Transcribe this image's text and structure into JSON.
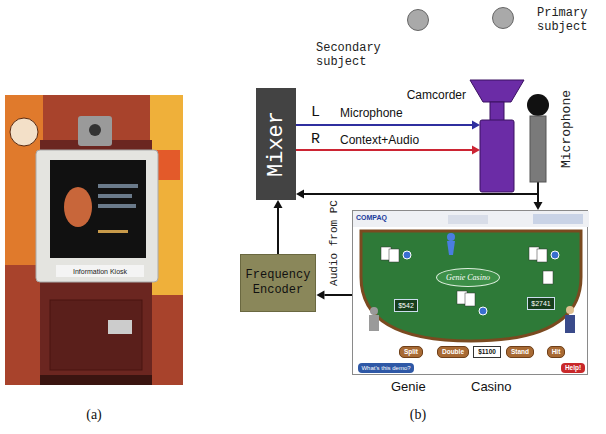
{
  "diagram": {
    "nodes": [
      {
        "text": [
          "Secondary subject"
        ]
      },
      {
        "text": [
          "Primary subject"
        ]
      },
      {
        "text": [
          "Mixer"
        ]
      },
      {
        "text": [
          "Camcorder"
        ]
      },
      {
        "text": [
          "Microphone"
        ]
      },
      {
        "text": [
          "Frequency Encoder"
        ]
      },
      {
        "text": [
          "Genie",
          "Casino"
        ]
      },
      {
        "text": [
          "Genie Casino"
        ],
        "in": 6
      },
      {
        "text": [
          "$542"
        ],
        "in": 6
      },
      {
        "text": [
          "$2741"
        ],
        "in": 6
      },
      {
        "text": [
          "Split"
        ],
        "in": 6
      },
      {
        "text": [
          "Double"
        ],
        "in": 6
      },
      {
        "text": [
          "$1100"
        ],
        "in": 6
      },
      {
        "text": [
          "Stand"
        ],
        "in": 6
      },
      {
        "text": [
          "Hit"
        ],
        "in": 6
      },
      {
        "text": [
          "What's this demo?"
        ],
        "in": 6
      },
      {
        "text": [
          "Help!"
        ],
        "in": 6
      }
    ],
    "edges": [
      {
        "from": 2,
        "to": 3,
        "arrow": "to",
        "label": "Microphone"
      },
      {
        "from": 2,
        "to": 3,
        "arrow": "to",
        "label": "Context+Audio"
      },
      {
        "from": 4,
        "to": 2,
        "arrow": "to"
      },
      {
        "from": 4,
        "to": 6,
        "arrow": "to"
      },
      {
        "from": 6,
        "to": 5,
        "arrow": "to",
        "label": "Audio from PC"
      },
      {
        "from": 5,
        "to": 2,
        "arrow": "to"
      }
    ],
    "labels": [
      "(a)",
      "(b)",
      "L",
      "R",
      "Information Kiosk",
      "COMPAQ"
    ]
  }
}
